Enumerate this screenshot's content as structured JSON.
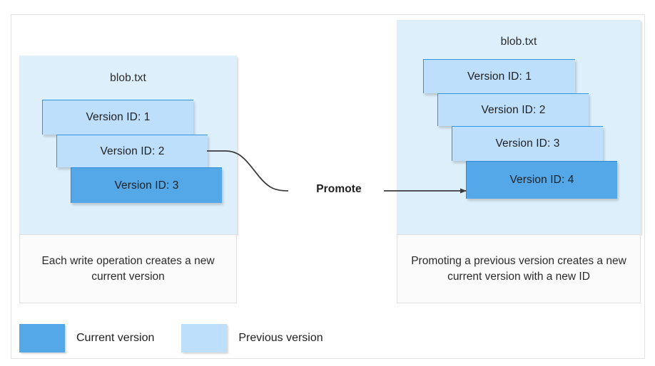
{
  "diagram": {
    "title": "Blob versioning promote diagram",
    "colors": {
      "panel_background": "#ddeffa",
      "current_version": "#54a8e8",
      "previous_version": "#bedffb",
      "card_border": "#2e95e0",
      "caption_background": "#fbfbfb",
      "caption_border": "#e0e0e0",
      "connector": "#3b3b3b",
      "text": "#1f1f1f"
    }
  },
  "left_panel": {
    "file_name": "blob.txt",
    "versions": [
      {
        "label": "Version ID: 1",
        "state": "previous"
      },
      {
        "label": "Version ID: 2",
        "state": "previous"
      },
      {
        "label": "Version ID: 3",
        "state": "current"
      }
    ],
    "caption": "Each write operation creates a new current version"
  },
  "right_panel": {
    "file_name": "blob.txt",
    "versions": [
      {
        "label": "Version ID: 1",
        "state": "previous"
      },
      {
        "label": "Version ID: 2",
        "state": "previous"
      },
      {
        "label": "Version ID: 3",
        "state": "previous"
      },
      {
        "label": "Version ID: 4",
        "state": "current"
      }
    ],
    "caption": "Promoting a previous version creates a new current version with a new ID"
  },
  "connector": {
    "label": "Promote",
    "from": "Version ID: 2",
    "to": "Version ID: 4"
  },
  "legend": {
    "items": [
      {
        "label": "Current version",
        "color": "#54a8e8"
      },
      {
        "label": "Previous version",
        "color": "#bedffb"
      }
    ]
  }
}
